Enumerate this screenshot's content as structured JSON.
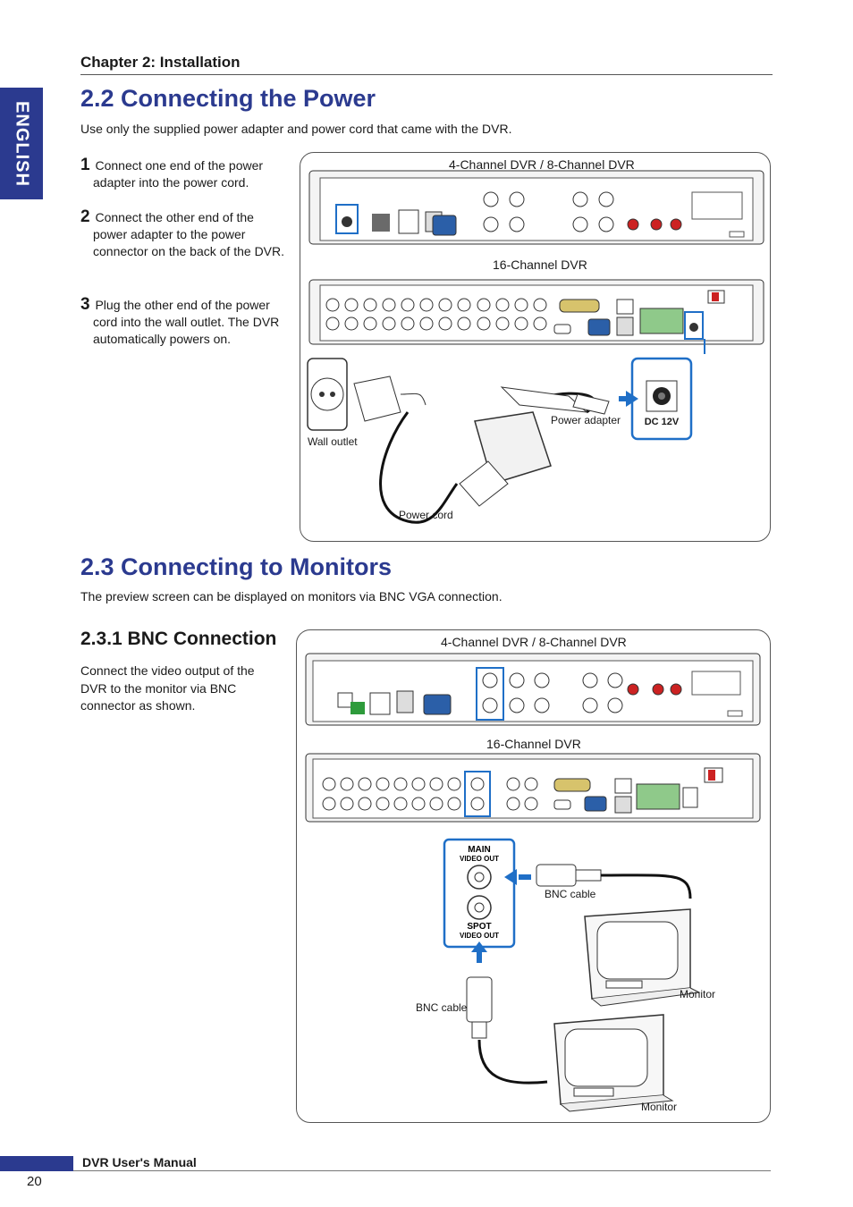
{
  "chapter": "Chapter 2: Installation",
  "side_tab": "ENGLISH",
  "section_power": {
    "title": "2.2 Connecting the Power",
    "intro": "Use only the supplied power adapter and power cord that came with the DVR.",
    "steps": [
      {
        "num": "1",
        "text": "Connect one end of the power",
        "cont": "adapter into the power cord."
      },
      {
        "num": "2",
        "text": "Connect the other end of the",
        "cont": "power adapter to the power connector on the back of the DVR."
      },
      {
        "num": "3",
        "text": "Plug the other end of the power",
        "cont": "cord into the wall outlet. The DVR automatically powers on."
      }
    ],
    "figure": {
      "dvr_4_8_title": "4-Channel DVR / 8-Channel DVR",
      "dvr_16_title": "16-Channel DVR",
      "wall_outlet": "Wall outlet",
      "power_adapter": "Power adapter",
      "power_cord": "Power cord",
      "dc_label": "DC 12V"
    }
  },
  "section_monitors": {
    "title": "2.3 Connecting to Monitors",
    "intro": "The preview screen can be displayed on monitors via BNC VGA connection.",
    "subsection": {
      "title": "2.3.1 BNC Connection",
      "text": "Connect the video output of the DVR to the monitor via BNC connector as shown."
    },
    "figure": {
      "dvr_4_8_title": "4-Channel DVR / 8-Channel DVR",
      "dvr_16_title": "16-Channel DVR",
      "main_label": "MAIN",
      "main_sub": "VIDEO OUT",
      "spot_label": "SPOT",
      "spot_sub": "VIDEO OUT",
      "bnc_cable_1": "BNC cable",
      "bnc_cable_2": "BNC cable",
      "monitor_1": "Monitor",
      "monitor_2": "Monitor"
    }
  },
  "footer": {
    "title": "DVR User's Manual",
    "page": "20"
  },
  "colors": {
    "accent": "#2b3a8f",
    "highlight_blue": "#1f6fc7"
  }
}
